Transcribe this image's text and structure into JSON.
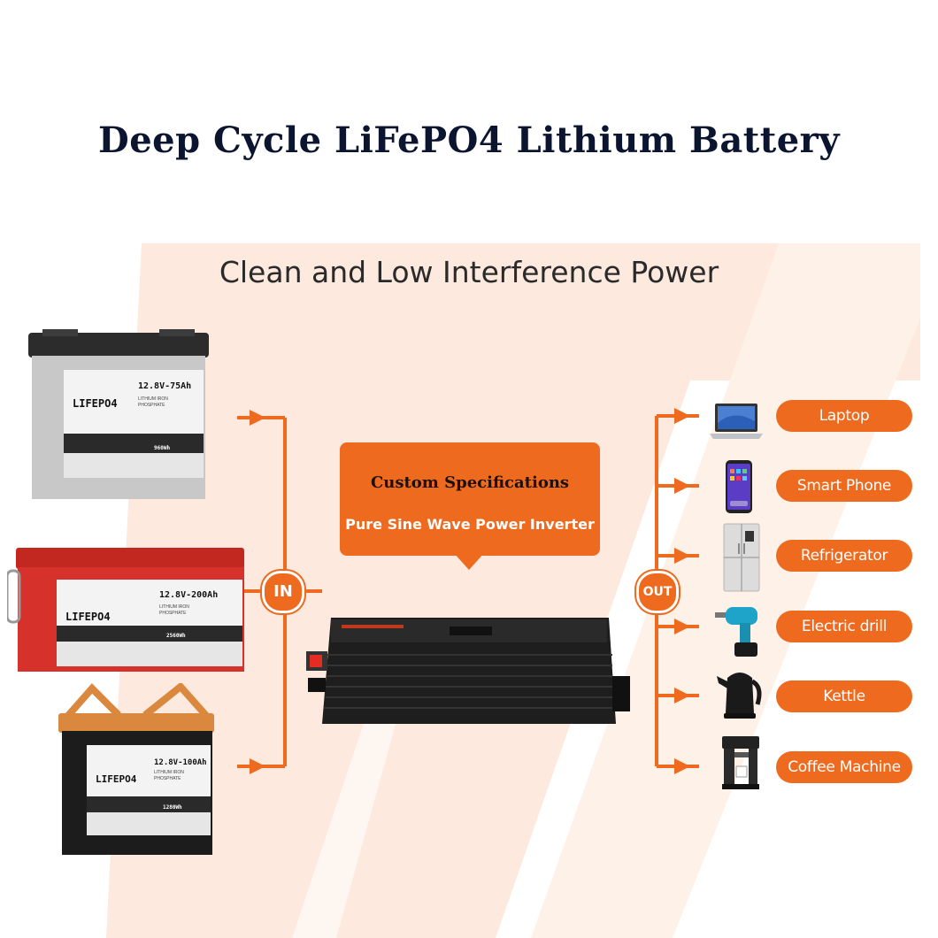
{
  "header": {
    "title": "Deep Cycle LiFePO4 Lithium Battery",
    "subtitle": "Clean and Low Interference Power"
  },
  "batteries": [
    {
      "brand": "LIFEPO4",
      "voltage_label": "12.8V-75Ah",
      "chem_line1": "LITHIUM IRON",
      "chem_line2": "PHOSPHATE",
      "energy_label": "960Wh",
      "body_color": "#c8c8c8",
      "lid_color": "#2c2c2c"
    },
    {
      "brand": "LIFEPO4",
      "voltage_label": "12.8V-200Ah",
      "chem_line1": "LITHIUM IRON",
      "chem_line2": "PHOSPHATE",
      "energy_label": "2560Wh",
      "body_color": "#d6312a",
      "lid_color": "#c32820"
    },
    {
      "brand": "LIFEPO4",
      "voltage_label": "12.8V-100Ah",
      "chem_line1": "LITHIUM IRON",
      "chem_line2": "PHOSPHATE",
      "energy_label": "1280Wh",
      "body_color": "#1c1c1c",
      "lid_color": "#d9883e"
    }
  ],
  "flow": {
    "in_label": "IN",
    "out_label": "OUT",
    "accent_color": "#ee6a1e"
  },
  "callout": {
    "title": "Custom Specifications",
    "subtitle": "Pure Sine Wave Power Inverter"
  },
  "inverter": {
    "icon": "power-inverter-icon"
  },
  "appliances": [
    {
      "label": "Laptop",
      "icon": "laptop-icon"
    },
    {
      "label": "Smart Phone",
      "icon": "smartphone-icon"
    },
    {
      "label": "Refrigerator",
      "icon": "refrigerator-icon"
    },
    {
      "label": "Electric drill",
      "icon": "drill-icon"
    },
    {
      "label": "Kettle",
      "icon": "kettle-icon"
    },
    {
      "label": "Coffee Machine",
      "icon": "coffee-machine-icon"
    }
  ]
}
